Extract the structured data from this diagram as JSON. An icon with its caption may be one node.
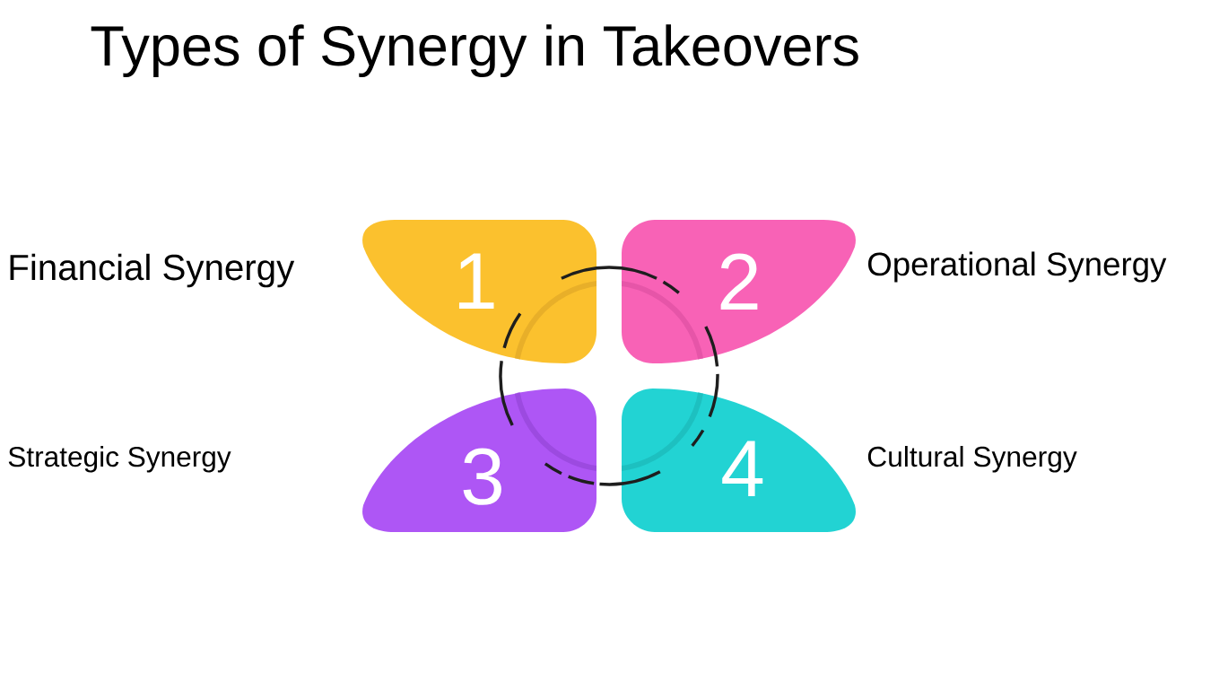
{
  "diagram": {
    "title": "Types of Synergy in Takeovers",
    "nodes": [
      {
        "text": [
          "1"
        ]
      },
      {
        "text": [
          "2"
        ]
      },
      {
        "text": [
          "3"
        ]
      },
      {
        "text": [
          "4"
        ]
      }
    ],
    "labels": [
      "Financial Synergy",
      "Operational Synergy",
      "Strategic Synergy",
      "Cultural Synergy"
    ]
  }
}
